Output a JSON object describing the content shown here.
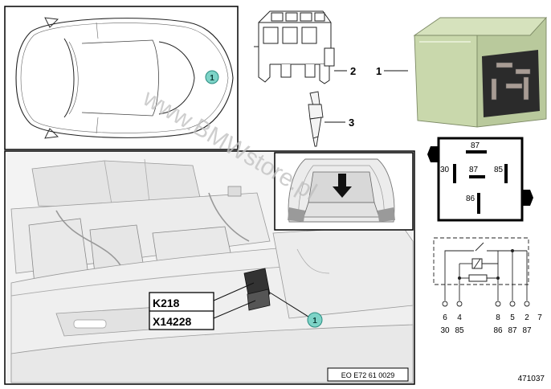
{
  "callouts": {
    "marker": "1",
    "part_1": "1",
    "part_2": "2",
    "part_3": "3"
  },
  "connector_labels": {
    "relay": "K218",
    "plug": "X14228"
  },
  "relay_pinout": {
    "top": "87",
    "middle": "87",
    "left": "30",
    "right": "85",
    "bottom": "86"
  },
  "schematic": {
    "top_row": [
      "6",
      "4",
      "8",
      "5",
      "2",
      "7"
    ],
    "bottom_row": [
      "30",
      "85",
      "86",
      "87",
      "87"
    ]
  },
  "watermark": "www.BMWstore.pl",
  "diagram_code": "EO E72 61 0029",
  "part_number": "471037",
  "colors": {
    "callout_fill": "#7dd3c7",
    "relay_body": "#c9d8ac",
    "relay_dark": "#9fb184",
    "line": "#1a1a1a",
    "watermark": "#bdbdbd"
  }
}
